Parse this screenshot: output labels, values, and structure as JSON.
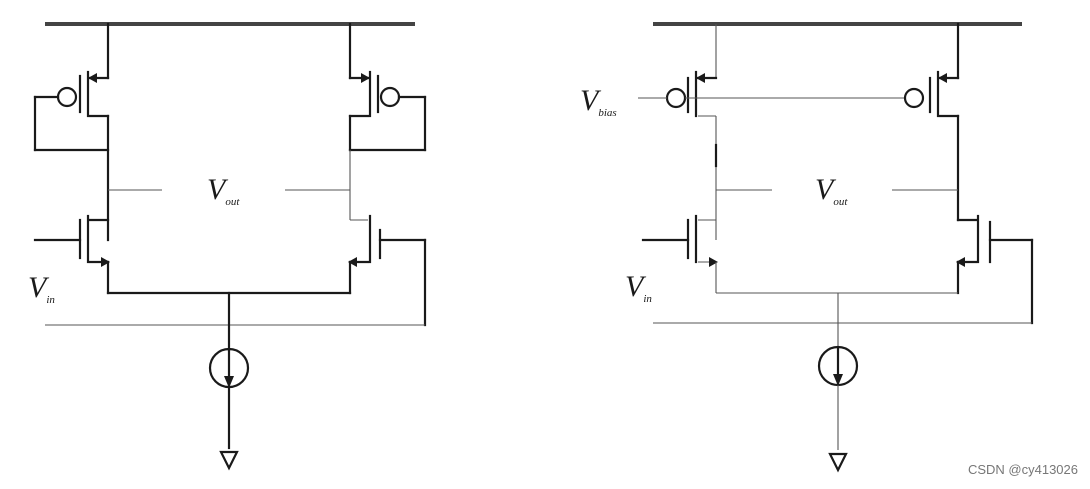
{
  "left": {
    "vout": {
      "v": "V",
      "sub": "out"
    },
    "vin": {
      "v": "V",
      "sub": "in"
    }
  },
  "right": {
    "vbias": {
      "v": "V",
      "sub": "bias"
    },
    "vout": {
      "v": "V",
      "sub": "out"
    },
    "vin": {
      "v": "V",
      "sub": "in"
    }
  },
  "watermark": "CSDN @cy413026"
}
